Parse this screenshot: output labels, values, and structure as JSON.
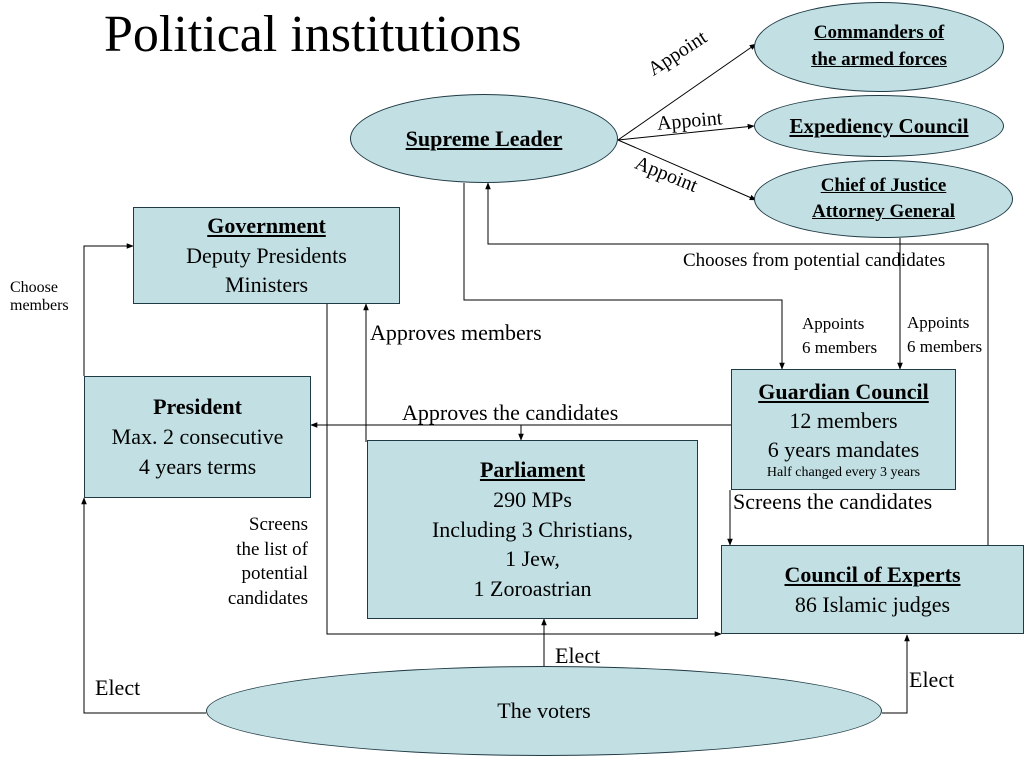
{
  "title": "Political institutions",
  "nodes": {
    "supreme_leader": {
      "title": "Supreme Leader"
    },
    "commanders": {
      "title_lines": [
        "Commanders of",
        "the armed forces"
      ]
    },
    "expediency": {
      "title": "Expediency Council"
    },
    "chief_justice": {
      "title_lines": [
        "Chief of Justice",
        "Attorney General"
      ]
    },
    "government": {
      "title": "Government",
      "lines": [
        "Deputy Presidents",
        "Ministers"
      ]
    },
    "president": {
      "title": "President",
      "lines": [
        "Max. 2 consecutive",
        "4 years terms"
      ]
    },
    "parliament": {
      "title": "Parliament",
      "lines": [
        "290 MPs",
        "Including 3 Christians,",
        "1 Jew,",
        "1 Zoroastrian"
      ]
    },
    "guardian": {
      "title": "Guardian Council",
      "lines": [
        "12 members",
        "6 years mandates"
      ],
      "note": "Half changed every 3 years"
    },
    "experts": {
      "title": "Council of Experts",
      "lines": [
        "86 Islamic judges"
      ]
    },
    "voters": {
      "title": "The voters"
    }
  },
  "edge_labels": {
    "appoint_commanders": "Appoint",
    "appoint_expediency": "Appoint",
    "appoint_justice": "Appoint",
    "chooses_candidates": "Chooses from potential candidates",
    "choose_members": [
      "Choose",
      "members"
    ],
    "approves_members": "Approves members",
    "appoints_left": [
      "Appoints",
      "6 members"
    ],
    "appoints_right": [
      "Appoints",
      "6 members"
    ],
    "approves_candidates": "Approves the candidates",
    "screens_candidates": "Screens the candidates",
    "screens_list": [
      "Screens",
      "the list of",
      "potential",
      "candidates"
    ],
    "elect_parliament": "Elect",
    "elect_president": "Elect",
    "elect_experts": "Elect"
  },
  "colors": {
    "node_fill": "#c2e0e3",
    "node_border": "#1f3a44",
    "line": "#000000"
  }
}
